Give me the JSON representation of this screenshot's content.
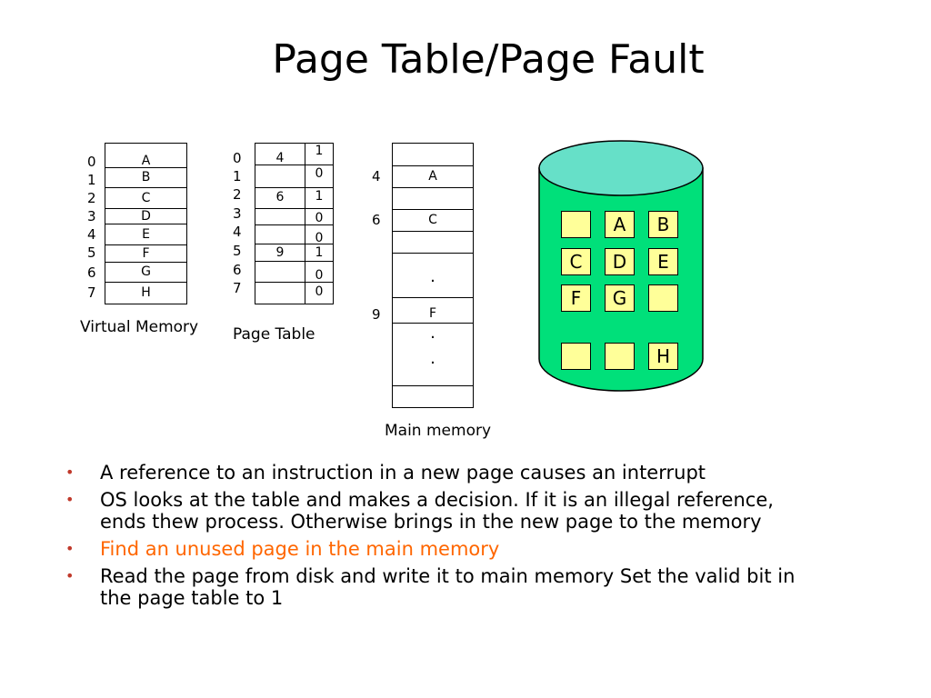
{
  "title": "Page Table/Page Fault",
  "virtual_memory": {
    "caption": "Virtual Memory",
    "indices": [
      "0",
      "1",
      "2",
      "3",
      "4",
      "5",
      "6",
      "7"
    ],
    "pages": [
      "A",
      "B",
      "C",
      "D",
      "E",
      "F",
      "G",
      "H"
    ]
  },
  "page_table": {
    "caption": "Page Table",
    "indices": [
      "0",
      "1",
      "2",
      "3",
      "4",
      "5",
      "6",
      "7"
    ],
    "frames": [
      "4",
      "",
      "6",
      "",
      "",
      "9",
      "",
      ""
    ],
    "valid_bits": [
      "1",
      "0",
      "1",
      "0",
      "0",
      "1",
      "0",
      "0"
    ]
  },
  "main_memory": {
    "caption": "Main memory",
    "frame_numbers": [
      "4",
      "6",
      "9"
    ],
    "contents": [
      "A",
      "C",
      ".",
      "F",
      ".",
      "."
    ]
  },
  "disk": {
    "cells": [
      "",
      "A",
      "B",
      "C",
      "D",
      "E",
      "F",
      "G",
      "",
      "",
      "",
      "H"
    ]
  },
  "bullets": [
    {
      "text": "A reference to an instruction in a new page causes an interrupt",
      "highlight": false
    },
    {
      "text": "OS looks at the table and makes a decision. If it is an illegal reference, ends thew process. Otherwise brings in the new page to the memory",
      "highlight": false
    },
    {
      "text": "Find an unused page in the main memory",
      "highlight": true
    },
    {
      "text": "Read the page from disk and write it to main memory Set the valid bit in the page table to 1",
      "highlight": false
    }
  ],
  "bullet_glyph": "•",
  "colors": {
    "disk_body": "#00e07a",
    "disk_top": "#66e0c8",
    "disk_cell": "#ffff99",
    "highlight": "#ff6600"
  }
}
